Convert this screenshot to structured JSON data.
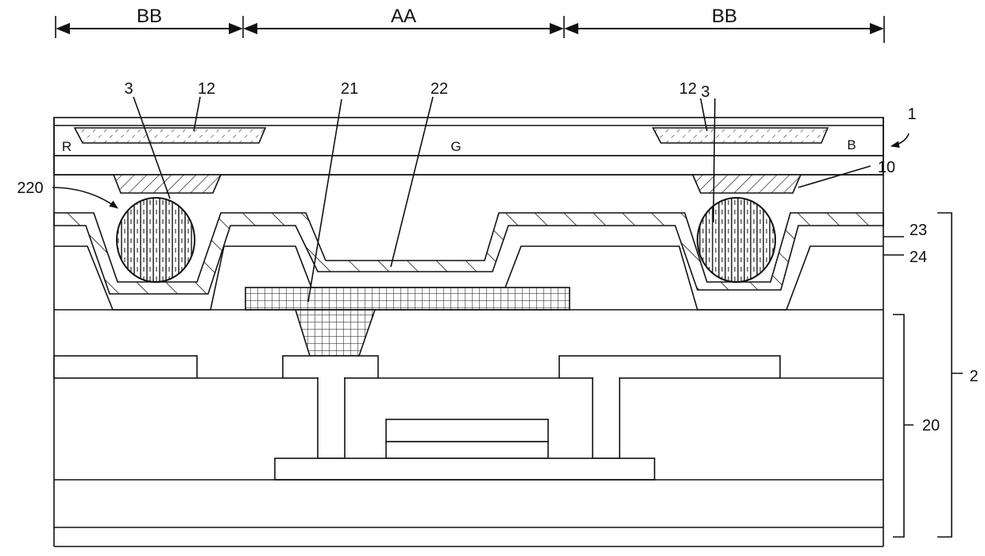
{
  "diagram": {
    "regions": {
      "left": "BB",
      "center": "AA",
      "right": "BB"
    },
    "labels": {
      "spacer_left": "3",
      "spacer_right": "3",
      "black_matrix_left": "12",
      "black_matrix_right": "12",
      "ref_21": "21",
      "ref_22": "22",
      "ref_220": "220",
      "ref_1": "1",
      "ref_10": "10",
      "ref_23": "23",
      "ref_24": "24",
      "ref_2": "2",
      "ref_20": "20",
      "color_r": "R",
      "color_g": "G",
      "color_b": "B"
    }
  }
}
